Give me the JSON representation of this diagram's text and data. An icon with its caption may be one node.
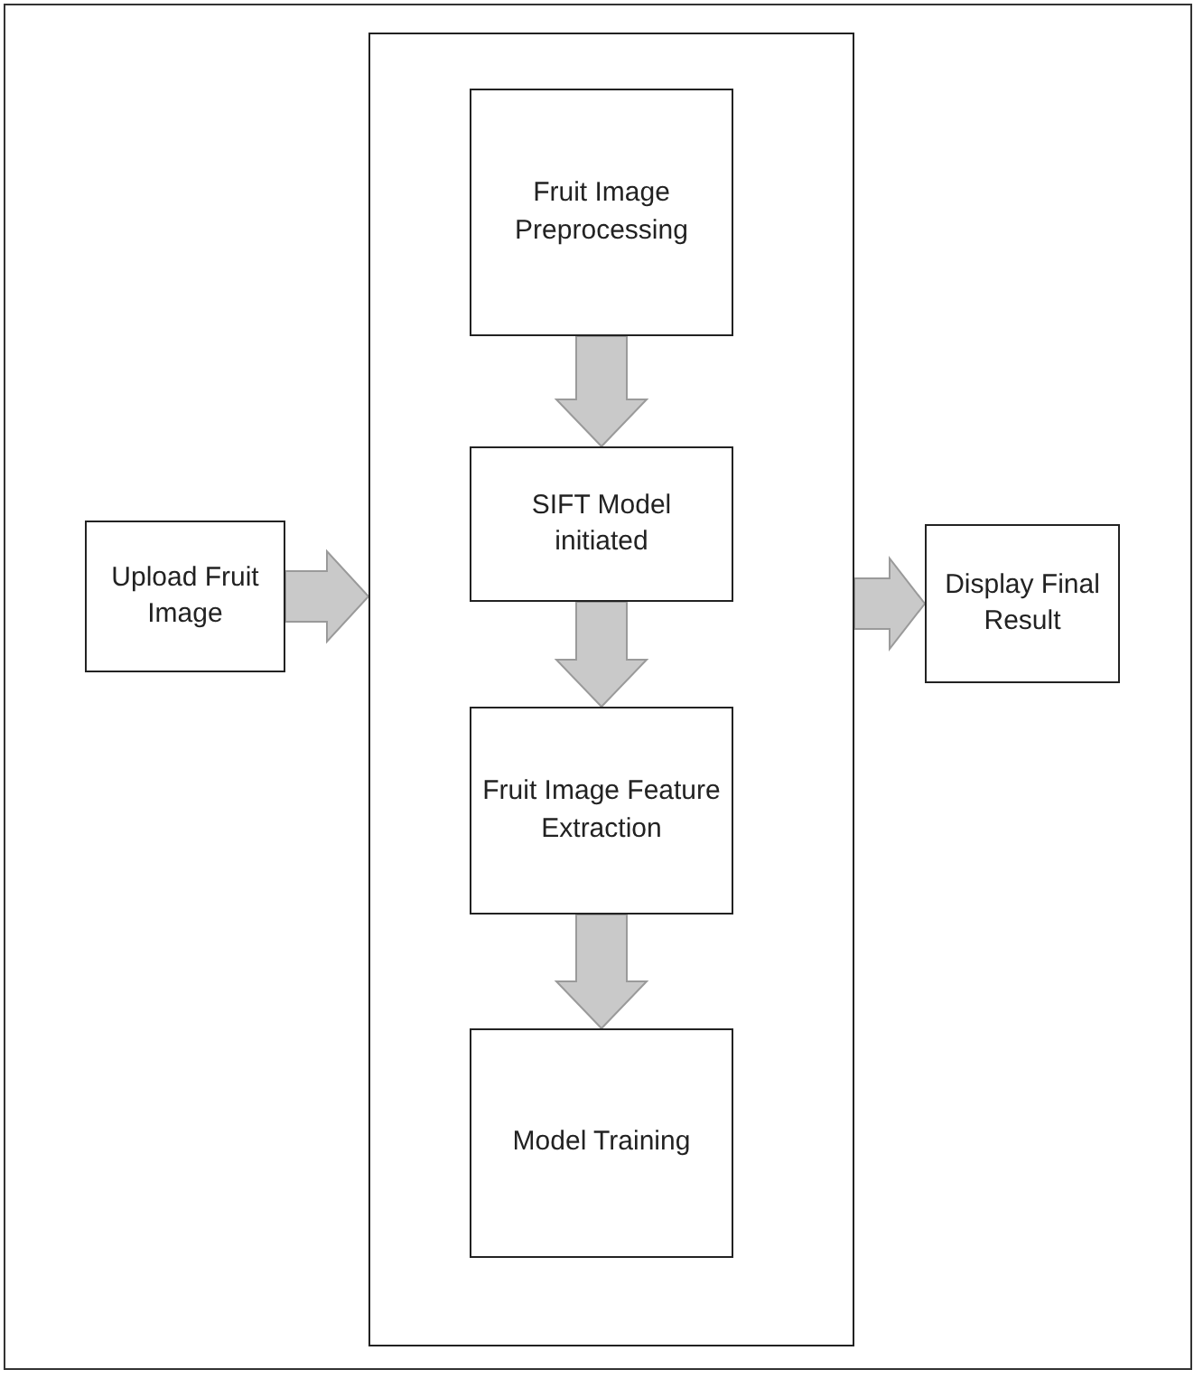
{
  "diagram": {
    "nodes": [
      {
        "text": [
          "Upload Fruit Image"
        ]
      },
      {
        "text": [],
        "shape": "box"
      },
      {
        "text": [
          "Fruit Image Preprocessing"
        ],
        "in": 1
      },
      {
        "text": [
          "SIFT Model initiated"
        ],
        "in": 1
      },
      {
        "text": [
          "Fruit Image Feature Extraction"
        ],
        "in": 1
      },
      {
        "text": [
          "Model Training"
        ],
        "in": 1
      },
      {
        "text": [
          "Display Final Result"
        ]
      }
    ],
    "edges": [
      {
        "from": 0,
        "to": 1,
        "arrow": "to"
      },
      {
        "from": 2,
        "to": 3,
        "arrow": "to"
      },
      {
        "from": 3,
        "to": 4,
        "arrow": "to"
      },
      {
        "from": 4,
        "to": 5,
        "arrow": "to"
      },
      {
        "from": 1,
        "to": 6,
        "arrow": "to"
      }
    ]
  }
}
